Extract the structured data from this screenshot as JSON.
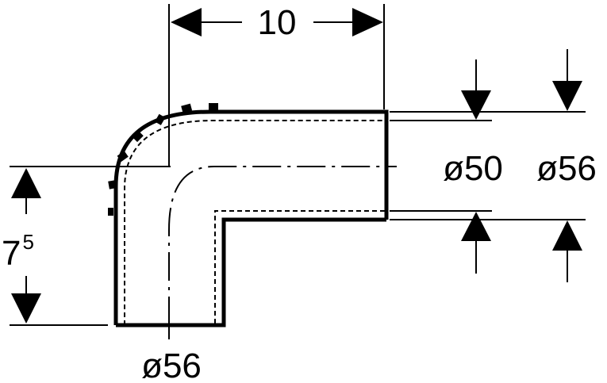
{
  "dimensions": {
    "width_top": "10",
    "height_left_main": "7",
    "height_left_sup": "5",
    "outlet_inner_dia": "ø50",
    "outlet_outer_dia": "ø56",
    "inlet_dia": "ø56"
  },
  "colors": {
    "line": "#000000",
    "background": "#ffffff"
  }
}
